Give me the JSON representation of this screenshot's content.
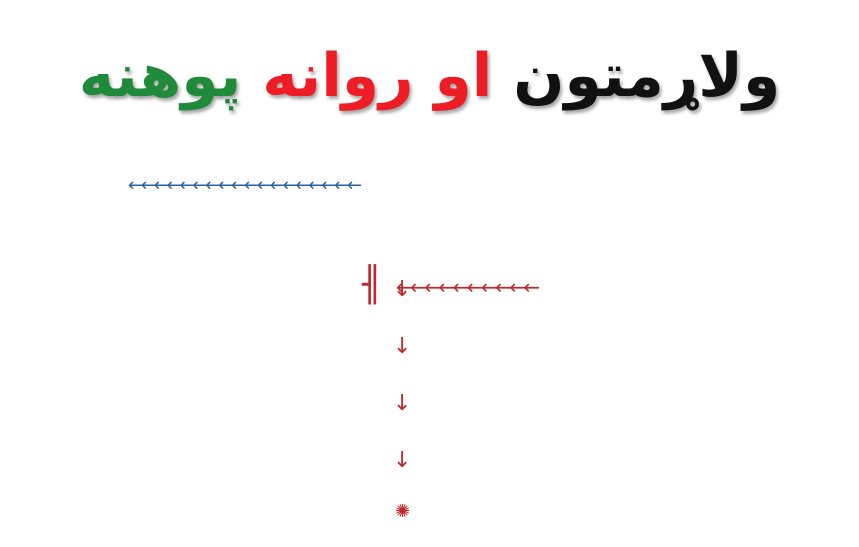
{
  "title": {
    "words": [
      {
        "text": "ولاړمتون",
        "color": "#111111"
      },
      {
        "text": "او روانه",
        "color": "#ee1c24"
      },
      {
        "text": "پوهنه",
        "color": "#1f8a3a"
      }
    ]
  },
  "diagram": {
    "top_arrows": "←←←←←←←←←←←←←←←←←←",
    "top_arrow_color": "#2e5f9e",
    "mid_arrows": "←←←←←←←←←←",
    "mid_arrow_color": "#c0292b",
    "end_symbol": "╢",
    "down_arrows": [
      "↓",
      "↓",
      "↓",
      "↓"
    ],
    "end_flower": "✺",
    "end_flower_icon": "flower-icon"
  }
}
